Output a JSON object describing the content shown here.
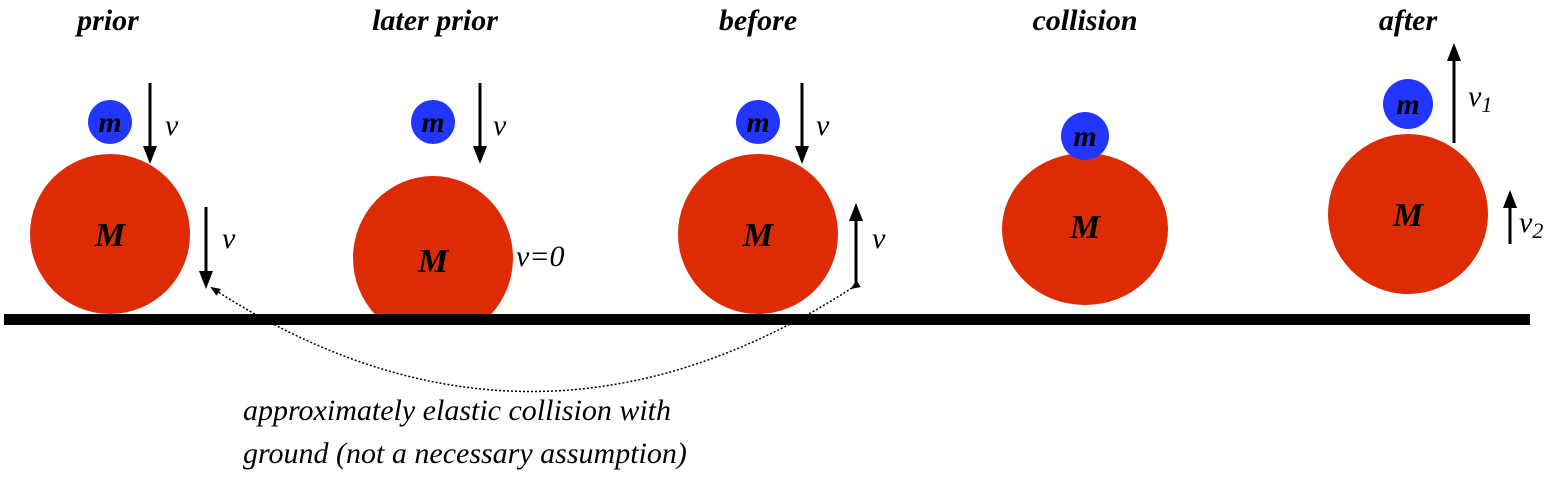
{
  "colors": {
    "large_mass": "#DD2C04",
    "small_mass": "#2236FF",
    "ground": "#000000"
  },
  "mass_labels": {
    "small": "m",
    "large": "M"
  },
  "panels": [
    {
      "title": "prior",
      "small_velocity": "v",
      "large_velocity": "v"
    },
    {
      "title": "later prior",
      "small_velocity": "v",
      "large_velocity": "v=0"
    },
    {
      "title": "before",
      "small_velocity": "v",
      "large_velocity": "v"
    },
    {
      "title": "collision"
    },
    {
      "title": "after",
      "small_velocity": "v",
      "small_velocity_sub": "1",
      "large_velocity": "v",
      "large_velocity_sub": "2"
    }
  ],
  "annotation": {
    "line1": "approximately elastic collision with",
    "line2": "ground (not a necessary assumption)"
  }
}
